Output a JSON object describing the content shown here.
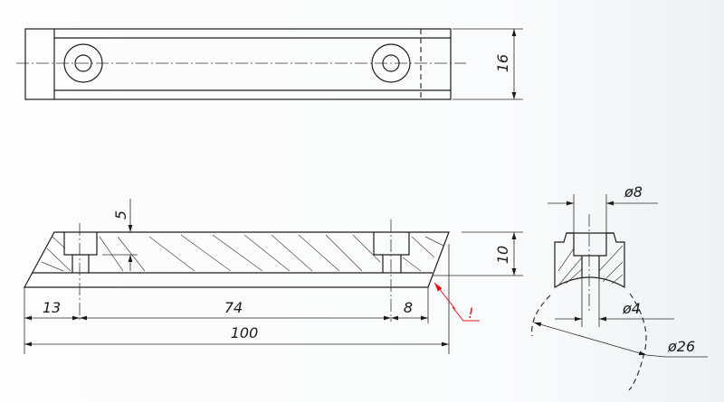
{
  "dimensions": {
    "top_height": "16",
    "counterbore_depth": "5",
    "left_offset": "13",
    "hole_spacing": "74",
    "right_offset": "8",
    "total_length": "100",
    "front_height": "10",
    "counterbore_diameter": "ø8",
    "hole_diameter": "ø4",
    "radius_diameter": "ø26"
  },
  "annotation": {
    "mark": "!",
    "color": "#e0141a"
  }
}
